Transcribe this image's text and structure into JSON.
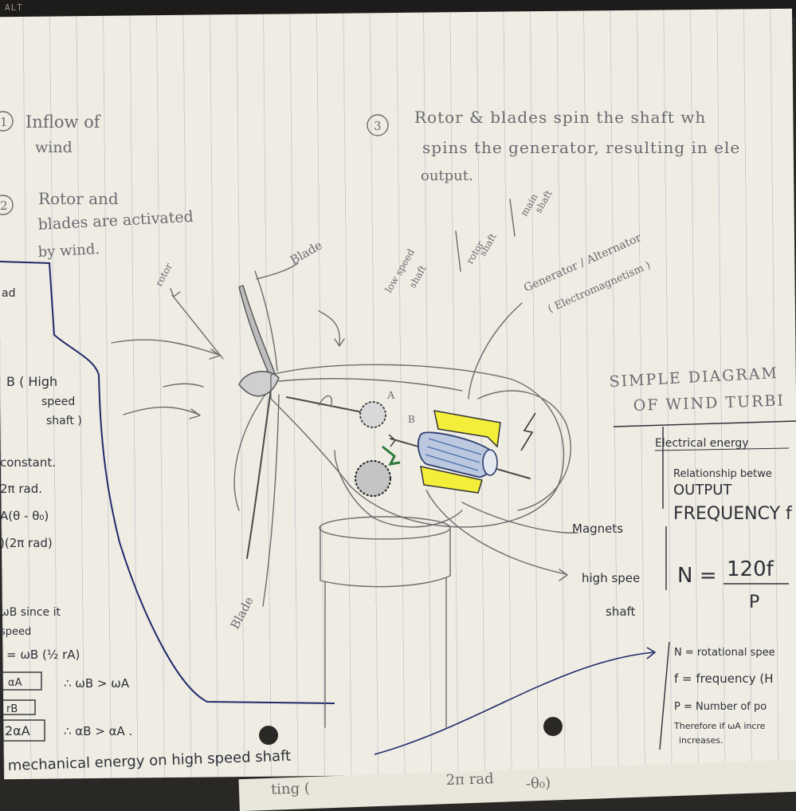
{
  "topbar": {
    "label": "ALT"
  },
  "notes": {
    "step1_num": "1",
    "step1_line1": "Inflow of",
    "step1_line2": "wind",
    "step2_num": "2",
    "step2_line1": "Rotor and",
    "step2_line2": "blades are activated",
    "step2_line3": "by wind.",
    "step3_num": "3",
    "step3_line1": "Rotor & blades spin the shaft wh",
    "step3_line2": "spins the generator, resulting in ele",
    "step3_line3": "output."
  },
  "left_margin": {
    "frag_ad": "ad",
    "frag_b1": "B ( High",
    "frag_b2": "speed",
    "frag_b3": "shaft )",
    "frag_constant": "constant.",
    "frag_2pirad": "2π rad.",
    "frag_theta": "A(θ - θ₀)",
    "frag_2pi2": ")(2π rad)",
    "frag_since1": "ωB since it",
    "frag_since2": "speed",
    "frag_eq1": "= ωB (½ rA)",
    "frag_box1": "αA",
    "frag_wb": "∴ ωB > ωA",
    "frag_box2": "rB",
    "frag_box3": "2αA",
    "frag_ab": "∴ αB > αA .",
    "frag_mech": "mechanical energy on high speed shaft"
  },
  "diagram_labels": {
    "rotor": "rotor",
    "blade_top": "Blade",
    "blade_bottom": "Blade",
    "low_speed_1": "low speed",
    "low_speed_2": "shaft",
    "rotor_shaft_1": "rotor",
    "rotor_shaft_2": "shaft",
    "main_shaft_1": "main",
    "main_shaft_2": "shaft",
    "generator_1": "Generator / Alternator",
    "generator_2": "( Electromagnetism )",
    "gear_a": "A",
    "gear_b": "B",
    "magnets": "Magnets",
    "high_speed_1": "high spee",
    "high_speed_2": "shaft"
  },
  "right_panel": {
    "title_line1": "SIMPLE DIAGRAM",
    "title_line2": "OF WIND TURBI",
    "electrical": "Electrical energy",
    "relationship": "Relationship betwe",
    "output": "OUTPUT",
    "frequency": "FREQUENCY f",
    "formula_lhs": "N =",
    "formula_num": "120f",
    "formula_den": "P",
    "def_n": "N = rotational spee",
    "def_f": "f = frequency (H",
    "def_p": "P = Number of po",
    "therefore1": "Therefore if ωA incre",
    "therefore2": "increases."
  },
  "bottom_sheet": {
    "frag1": "ting (",
    "frag2": "2π rad",
    "frag3": "-θ₀)"
  },
  "colors": {
    "paper": "#efece3",
    "pencil": "#6c6c6c",
    "ink_blue": "#1f2a6b",
    "highlight_yellow": "#f2ee3a",
    "gear_green": "#2f7a3a",
    "core_blue": "#4a6fb0"
  }
}
